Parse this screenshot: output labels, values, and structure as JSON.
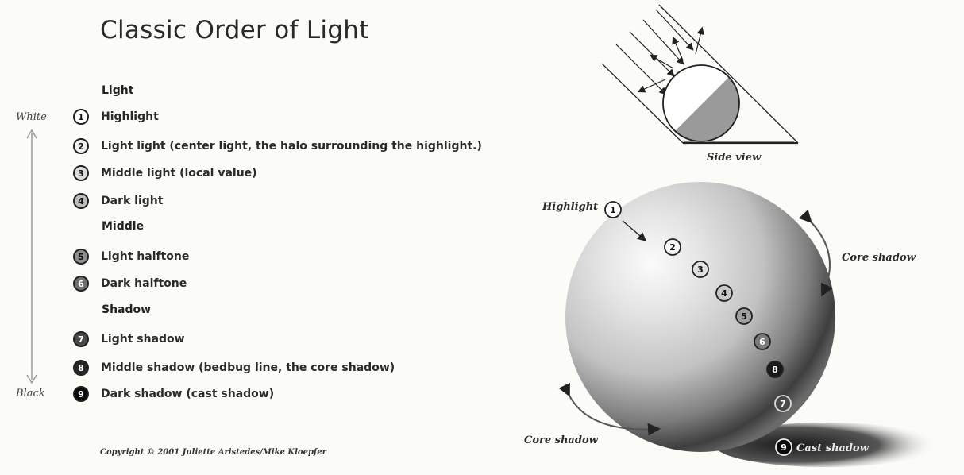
{
  "title": "Classic Order of Light",
  "scale": {
    "top": "White",
    "bottom": "Black"
  },
  "sections": [
    {
      "heading": "Light",
      "items": [
        {
          "num": "1",
          "label": "Highlight",
          "fill": "#ffffff",
          "text": "#111111"
        },
        {
          "num": "2",
          "label": "Light light (center light, the halo surrounding the highlight.)",
          "fill": "#f1f1f1",
          "text": "#111111"
        },
        {
          "num": "3",
          "label": "Middle light (local value)",
          "fill": "#dcdcdc",
          "text": "#111111"
        },
        {
          "num": "4",
          "label": "Dark light",
          "fill": "#bdbdbd",
          "text": "#111111"
        }
      ]
    },
    {
      "heading": "Middle",
      "items": [
        {
          "num": "5",
          "label": "Light halftone",
          "fill": "#8e8e8e",
          "text": "#111111"
        },
        {
          "num": "6",
          "label": "Dark halftone",
          "fill": "#6f6f6f",
          "text": "#ffffff"
        }
      ]
    },
    {
      "heading": "Shadow",
      "items": [
        {
          "num": "7",
          "label": "Light shadow",
          "fill": "#4a4a4a",
          "text": "#ffffff"
        },
        {
          "num": "8",
          "label": "Middle shadow (bedbug line, the core shadow)",
          "fill": "#262626",
          "text": "#ffffff"
        },
        {
          "num": "9",
          "label": "Dark shadow (cast shadow)",
          "fill": "#0a0a0a",
          "text": "#ffffff"
        }
      ]
    }
  ],
  "copyright": "Copyright © 2001 Juliette Aristedes/Mike Kloepfer",
  "diagram": {
    "side_view_label": "Side view",
    "highlight_label": "Highlight",
    "core_shadow_label": "Core shadow",
    "core_shadow_label_2": "Core shadow",
    "cast_shadow_label": "Cast shadow",
    "sphere_markers": [
      "1",
      "2",
      "3",
      "4",
      "5",
      "6",
      "8",
      "7",
      "9"
    ]
  }
}
